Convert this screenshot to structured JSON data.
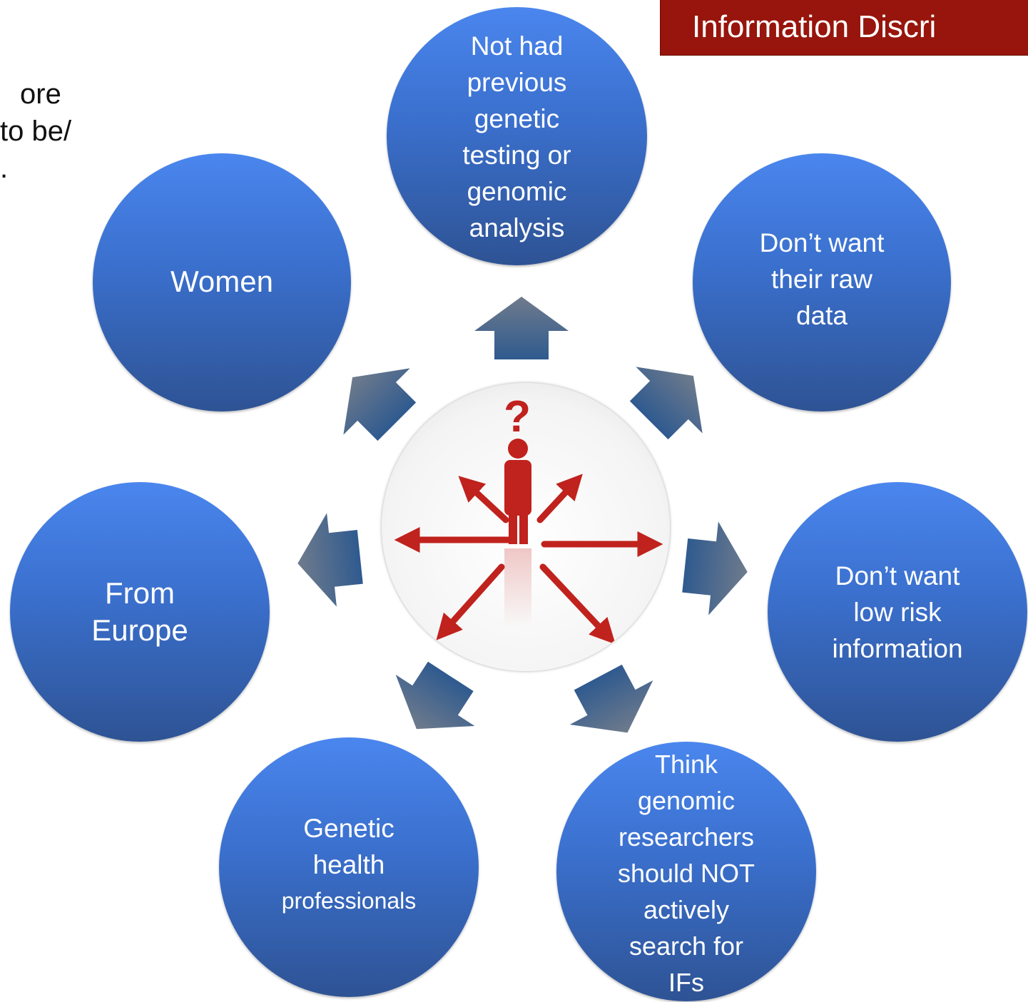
{
  "banner": {
    "title": "Information Discri"
  },
  "left_text": {
    "line1": "ore",
    "line2": "to be/",
    "line3": "."
  },
  "circles": {
    "top": "Not had\nprevious\ngenetic\ntesting or\ngenomic\nanalysis",
    "raw": "Don’t want\ntheir raw\ndata",
    "women": "Women",
    "europe": "From\nEurope",
    "risk": "Don’t want\nlow risk\ninformation",
    "genetic_line1": "Genetic\nhealth",
    "genetic_line2": "professionals",
    "think": "Think\ngenomic\nresearchers\nshould NOT\nactively\nsearch for\nIFs"
  },
  "colors": {
    "banner": "#97150c",
    "circle_top": "#4a86ee",
    "circle_bottom": "#2e5394",
    "arrow_top": "#6f7b8c",
    "arrow_bottom": "#2f5a8f",
    "figure": "#c0221d"
  },
  "center": {
    "icon": "person-with-question-mark-and-arrows-icon"
  }
}
